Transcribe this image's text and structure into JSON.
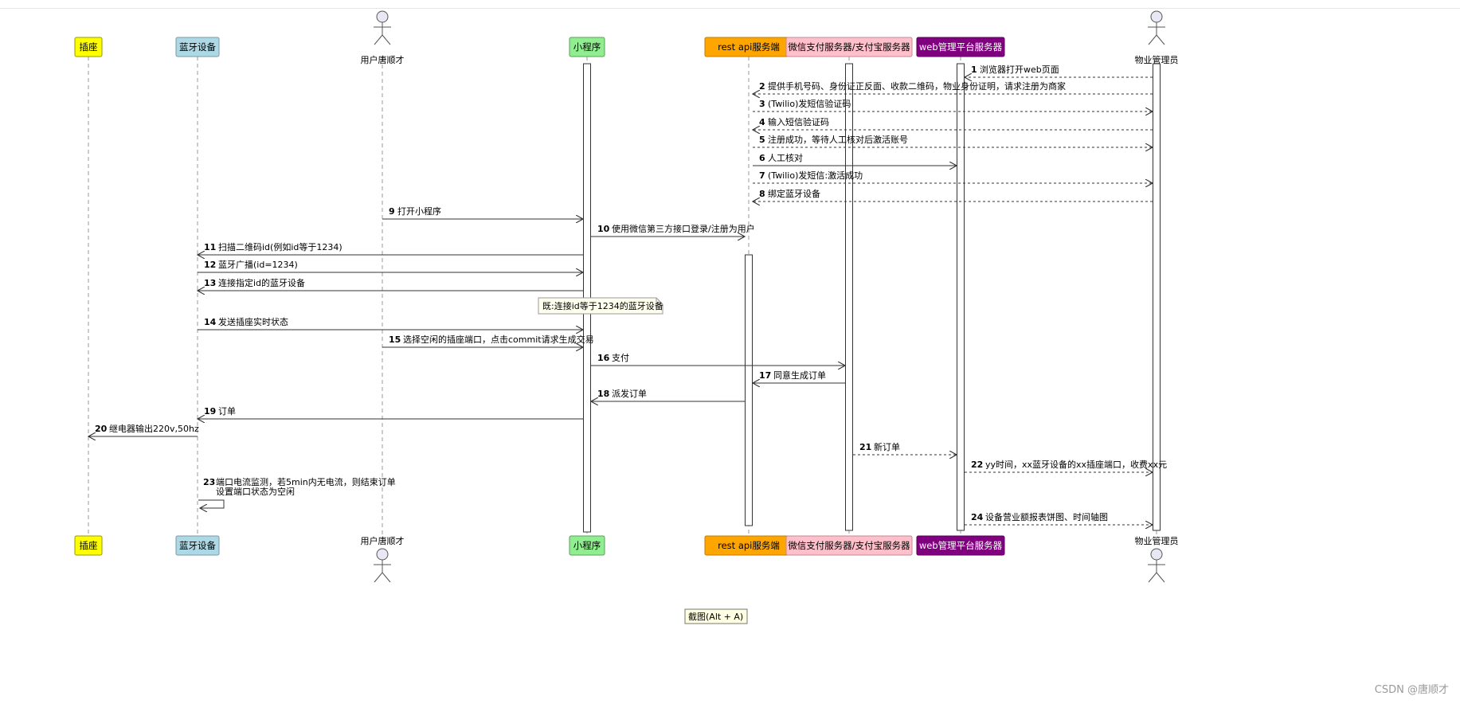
{
  "participants": [
    {
      "id": "socket",
      "label": "插座",
      "type": "box",
      "fill": "#ffff00",
      "stroke": "#999900",
      "text_color": "#000000"
    },
    {
      "id": "bt",
      "label": "蓝牙设备",
      "type": "box",
      "fill": "#add8e6",
      "stroke": "#7a9aa6",
      "text_color": "#000000"
    },
    {
      "id": "user",
      "label": "用户唐顺才",
      "type": "actor"
    },
    {
      "id": "mini",
      "label": "小程序",
      "type": "box",
      "fill": "#90ee90",
      "stroke": "#5aa05a",
      "text_color": "#000000"
    },
    {
      "id": "api",
      "label": "rest api服务端",
      "type": "box",
      "fill": "#ffa500",
      "stroke": "#c07c00",
      "text_color": "#000000"
    },
    {
      "id": "pay",
      "label": "微信支付服务器/支付宝服务器",
      "type": "box",
      "fill": "#ffc0cb",
      "stroke": "#c08a94",
      "text_color": "#000000"
    },
    {
      "id": "web",
      "label": "web管理平台服务器",
      "type": "box",
      "fill": "#800080",
      "stroke": "#5a005a",
      "text_color": "#ffffff"
    },
    {
      "id": "admin",
      "label": "物业管理员",
      "type": "actor"
    }
  ],
  "messages": [
    {
      "n": "1",
      "text": "浏览器打开web页面",
      "from": "admin",
      "to": "web",
      "style": "dashed"
    },
    {
      "n": "2",
      "text": "提供手机号码、身份证正反面、收款二维码，物业身份证明，请求注册为商家",
      "from": "admin",
      "to": "api",
      "style": "dashed"
    },
    {
      "n": "3",
      "text": "(Twilio)发短信验证码",
      "from": "api",
      "to": "admin",
      "style": "dashed"
    },
    {
      "n": "4",
      "text": "输入短信验证码",
      "from": "admin",
      "to": "api",
      "style": "dashed"
    },
    {
      "n": "5",
      "text": "注册成功，等待人工核对后激活账号",
      "from": "api",
      "to": "admin",
      "style": "dashed"
    },
    {
      "n": "6",
      "text": "人工核对",
      "from": "api",
      "to": "web",
      "style": "solid"
    },
    {
      "n": "7",
      "text": "(Twilio)发短信:激活成功",
      "from": "api",
      "to": "admin",
      "style": "dashed"
    },
    {
      "n": "8",
      "text": "绑定蓝牙设备",
      "from": "admin",
      "to": "api",
      "style": "dashed"
    },
    {
      "n": "9",
      "text": "打开小程序",
      "from": "user",
      "to": "mini",
      "style": "solid"
    },
    {
      "n": "10",
      "text": "使用微信第三方接口登录/注册为用户",
      "from": "mini",
      "to": "api",
      "style": "solid"
    },
    {
      "n": "11",
      "text": "扫描二维码id(例如id等于1234)",
      "from": "mini",
      "to": "bt",
      "style": "solid"
    },
    {
      "n": "12",
      "text": "蓝牙广播(id=1234)",
      "from": "bt",
      "to": "mini",
      "style": "solid"
    },
    {
      "n": "13",
      "text": "连接指定id的蓝牙设备",
      "from": "mini",
      "to": "bt",
      "style": "solid"
    },
    {
      "n": "14",
      "text": "发送插座实时状态",
      "from": "bt",
      "to": "mini",
      "style": "solid"
    },
    {
      "n": "15",
      "text": "选择空闲的插座端口，点击commit请求生成交易",
      "from": "user",
      "to": "mini",
      "style": "solid"
    },
    {
      "n": "16",
      "text": "支付",
      "from": "mini",
      "to": "pay",
      "style": "solid"
    },
    {
      "n": "17",
      "text": "同意生成订单",
      "from": "pay",
      "to": "api",
      "style": "solid"
    },
    {
      "n": "18",
      "text": "派发订单",
      "from": "api",
      "to": "mini",
      "style": "solid"
    },
    {
      "n": "19",
      "text": "订单",
      "from": "mini",
      "to": "bt",
      "style": "solid"
    },
    {
      "n": "20",
      "text": "继电器输出220v,50hz",
      "from": "bt",
      "to": "socket",
      "style": "solid"
    },
    {
      "n": "21",
      "text": "新订单",
      "from": "pay",
      "to": "web",
      "style": "dashed"
    },
    {
      "n": "22",
      "text": "yy时间，xx蓝牙设备的xx插座端口，收费xx元",
      "from": "web",
      "to": "admin",
      "style": "dashed"
    },
    {
      "n": "23",
      "text": "端口电流监测，若5min内无电流，则结束订单",
      "text2": "设置端口状态为空闲",
      "from": "bt",
      "to": "bt",
      "style": "self"
    },
    {
      "n": "24",
      "text": "设备营业额报表饼图、时间轴图",
      "from": "web",
      "to": "admin",
      "style": "dashed"
    }
  ],
  "note": {
    "text": "既:连接id等于1234的蓝牙设备",
    "fill": "#ffffee"
  },
  "tooltip": {
    "text": "截图(Alt + A)"
  },
  "watermark": "CSDN @唐顺才"
}
